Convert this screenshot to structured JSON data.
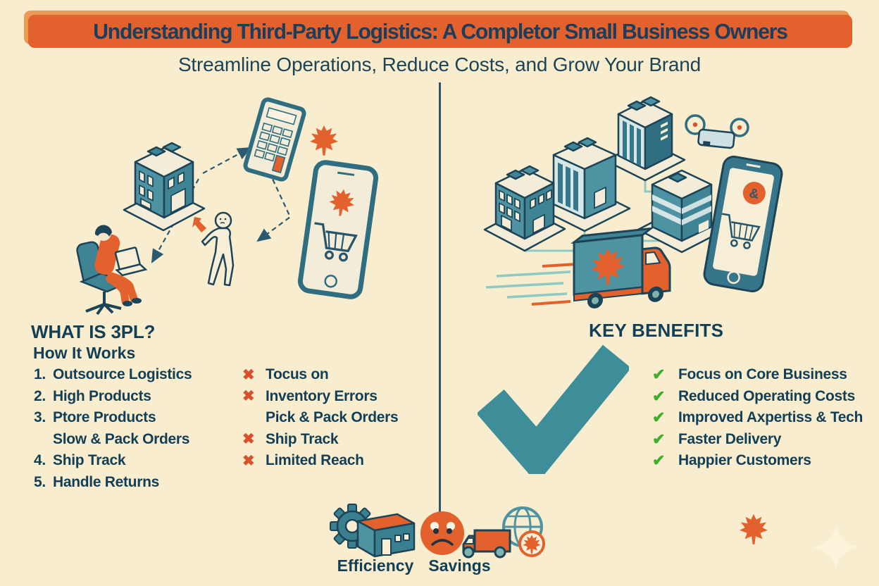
{
  "header": {
    "title": "Understanding Third-Party Logistics: A Completor Small Business Owners",
    "subtitle": "Streamline Operations, Reduce Costs, and Grow Your Brand"
  },
  "left_panel": {
    "heading": "WHAT IS 3PL?",
    "subheading": "How It Works",
    "steps": [
      {
        "num": "1.",
        "text": "Outsource Logistics"
      },
      {
        "num": "2.",
        "text": "High Products"
      },
      {
        "num": "3.",
        "text": "Ptore Products"
      },
      {
        "num": "",
        "text": "Slow & Pack Orders"
      },
      {
        "num": "4.",
        "text": "Ship Track"
      },
      {
        "num": "5.",
        "text": "Handle Returns"
      }
    ],
    "drawbacks": [
      {
        "text": "Tocus on"
      },
      {
        "text": "Inventory Errors"
      },
      {
        "text": "Pick & Pack Orders",
        "unmarked": true
      },
      {
        "text": "Ship Track"
      },
      {
        "text": "Limited Reach"
      }
    ]
  },
  "right_panel": {
    "heading": "KEY BENEFITS",
    "benefits": [
      "Focus on Core Business",
      "Reduced Operating Costs",
      "Improved Axpertiss & Tech",
      "Faster Delivery",
      "Happier Customers"
    ]
  },
  "footer": {
    "labels": {
      "efficiency": "Efficiency",
      "savings": "Savings"
    }
  },
  "glyphs": {
    "cross": "✖",
    "check": "✔",
    "phone_badge": "&"
  },
  "colors": {
    "background": "#f9edcf",
    "banner_orange": "#e2612d",
    "banner_highlight": "#eb9a55",
    "dark_teal_text": "#123f55",
    "cross_red": "#d9502c",
    "check_green": "#3fae2a",
    "big_check_teal": "#3e8e99",
    "building_teal": "#4d93a2",
    "accent_orange": "#e2612d",
    "connector_teal": "#8fc9c3"
  }
}
